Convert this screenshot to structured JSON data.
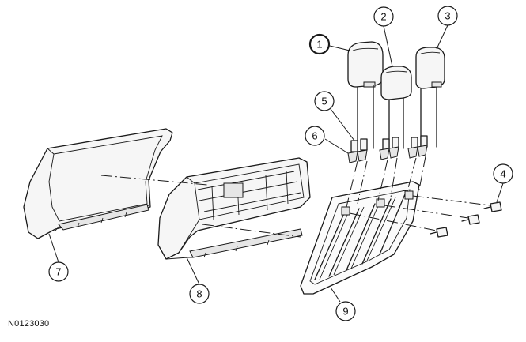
{
  "figure_id": "N0123030",
  "callouts": [
    {
      "label": "1"
    },
    {
      "label": "2"
    },
    {
      "label": "3"
    },
    {
      "label": "4"
    },
    {
      "label": "5"
    },
    {
      "label": "6"
    },
    {
      "label": "7"
    },
    {
      "label": "8"
    },
    {
      "label": "9"
    }
  ]
}
